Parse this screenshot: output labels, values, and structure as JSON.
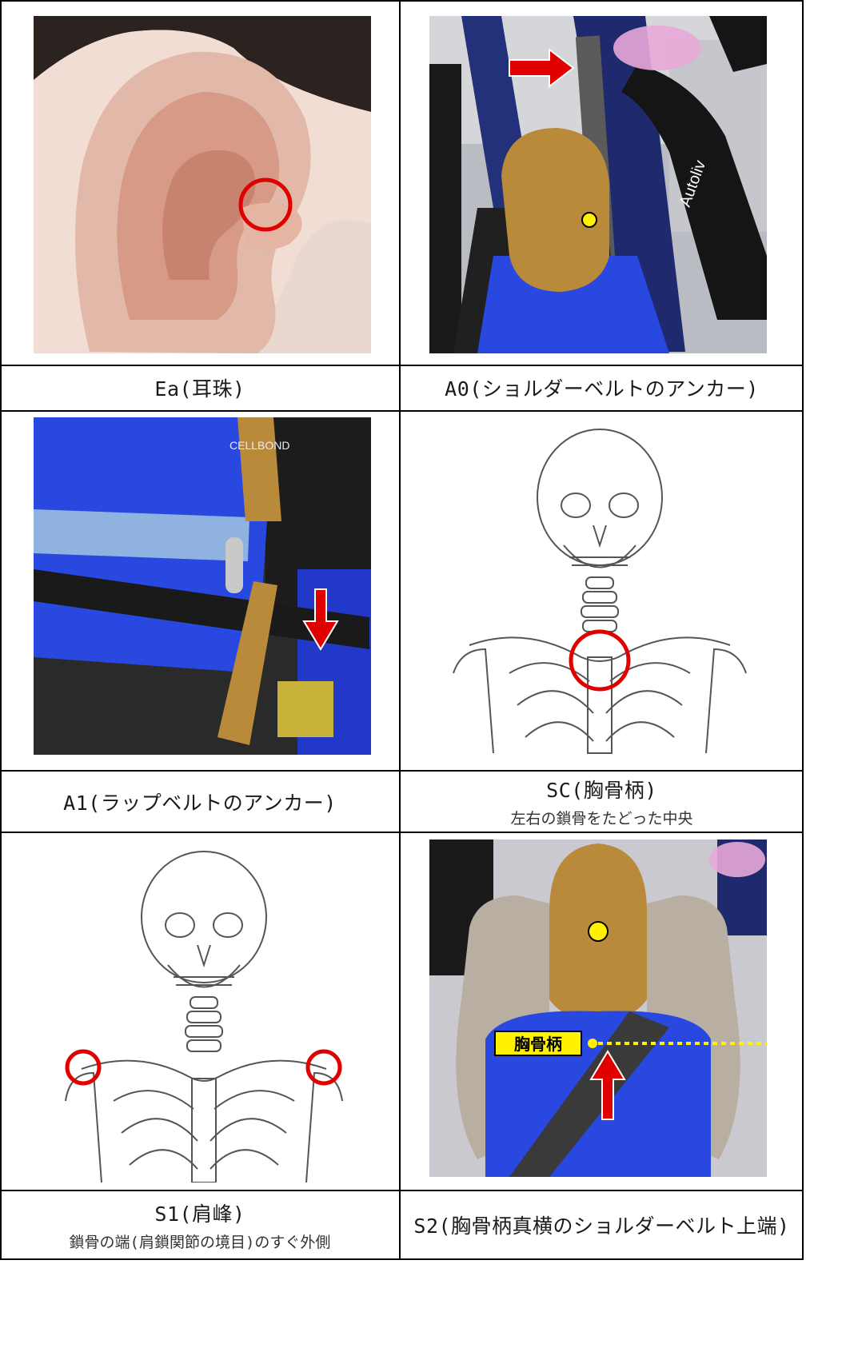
{
  "captions": {
    "ea": "Ea(耳珠)",
    "a0": "A0(ショルダーベルトのアンカー)",
    "a1": "A1(ラップベルトのアンカー)",
    "sc": "SC(胸骨柄)",
    "sc_note": "左右の鎖骨をたどった中央",
    "s1": "S1(肩峰)",
    "s1_note": "鎖骨の端(肩鎖関節の境目)のすぐ外側",
    "s2": "S2(胸骨柄真横のショルダーベルト上端)"
  },
  "labels": {
    "sternum_tag": "胸骨柄",
    "cellbond": "CELLBOND",
    "autoliv": "Autoliv"
  },
  "colors": {
    "marker_red": "#e00000",
    "dummy_blue": "#2848e0",
    "dummy_skin": "#b88a3a",
    "label_yellow": "#fff200"
  },
  "icons": [
    "red-circle-marker",
    "red-arrow-right",
    "red-arrow-down",
    "red-arrow-up"
  ]
}
